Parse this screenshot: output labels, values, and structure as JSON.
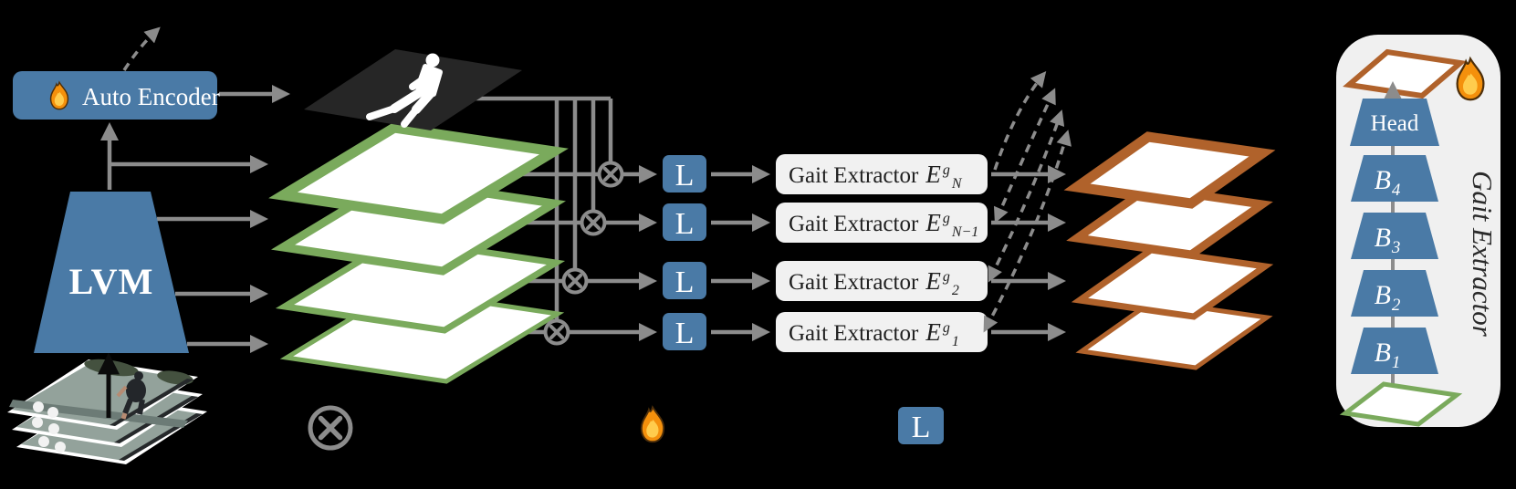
{
  "figure": {
    "type": "model-pipeline-diagram",
    "colors": {
      "blue": "#4a7aa6",
      "green": "#7aaa5c",
      "orange": "#b0622b",
      "gray": "#8c8c8c",
      "box_fill": "#f1f1f1",
      "panel_fill": "#f0f0f0",
      "mask_fill": "#262626",
      "background": "#000000",
      "text_dark": "#1f1f1f",
      "text_white": "#ffffff"
    }
  },
  "auto_encoder": {
    "label": "Auto Encoder",
    "icon": "flame"
  },
  "lvm": {
    "label": "LVM"
  },
  "l_block": {
    "label": "L"
  },
  "extractors": [
    {
      "name": "Gait Extractor",
      "var": "E",
      "sup": "g",
      "sub": "N"
    },
    {
      "name": "Gait Extractor",
      "var": "E",
      "sup": "g",
      "sub": "N−1"
    },
    {
      "name": "Gait Extractor",
      "var": "E",
      "sup": "g",
      "sub": "2"
    },
    {
      "name": "Gait Extractor",
      "var": "E",
      "sup": "g",
      "sub": "1"
    }
  ],
  "panel": {
    "title": "Gait Extractor",
    "head_label": "Head",
    "blocks": [
      {
        "letter": "B",
        "sub": "4"
      },
      {
        "letter": "B",
        "sub": "3"
      },
      {
        "letter": "B",
        "sub": "2"
      },
      {
        "letter": "B",
        "sub": "1"
      }
    ],
    "icon": "flame"
  },
  "legend": {
    "multiply_icon": "circled-times",
    "trainable_icon": "flame",
    "l_label": "L"
  }
}
